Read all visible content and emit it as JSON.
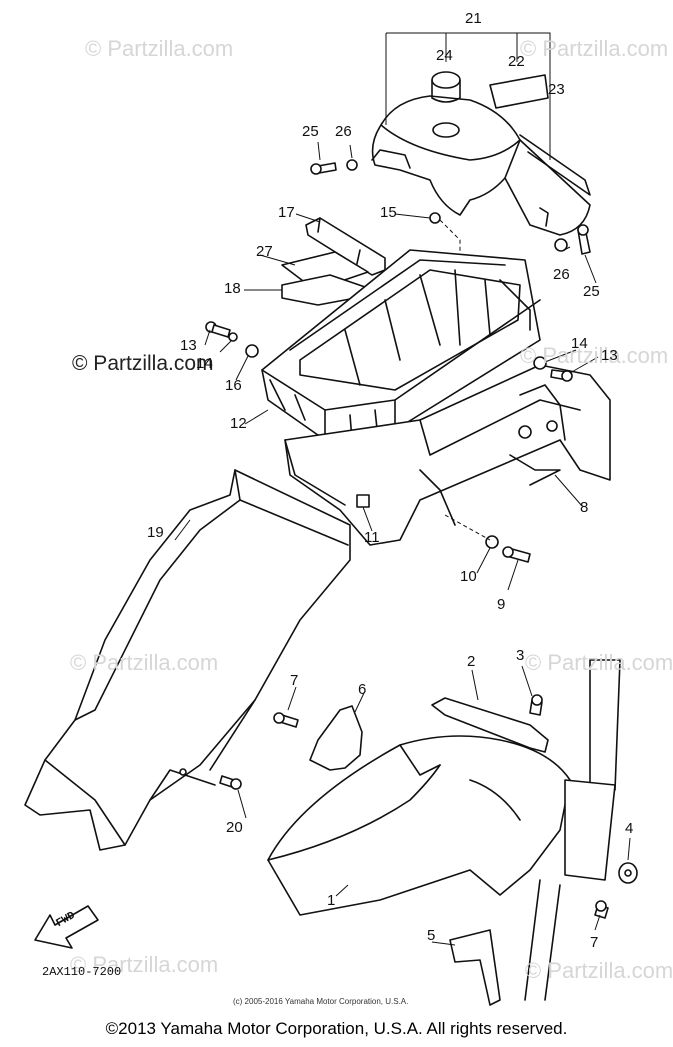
{
  "watermarks": {
    "partzilla": "© Partzilla.com"
  },
  "callouts": {
    "c1": "1",
    "c2": "2",
    "c3": "3",
    "c4": "4",
    "c5": "5",
    "c6": "6",
    "c7a": "7",
    "c7b": "7",
    "c8": "8",
    "c9": "9",
    "c10": "10",
    "c11": "11",
    "c12": "12",
    "c13a": "13",
    "c13b": "13",
    "c14a": "14",
    "c14b": "14",
    "c15": "15",
    "c16": "16",
    "c17": "17",
    "c18": "18",
    "c19": "19",
    "c20": "20",
    "c21": "21",
    "c22": "22",
    "c23": "23",
    "c24": "24",
    "c25a": "25",
    "c25b": "25",
    "c26a": "26",
    "c26b": "26",
    "c27": "27"
  },
  "fwd_label": "FWD",
  "diagram_code": "2AX110-7200",
  "fine_print": "(c) 2005-2016 Yamaha Motor Corporation, U.S.A.",
  "copyright": "©2013 Yamaha Motor Corporation, U.S.A. All rights reserved."
}
